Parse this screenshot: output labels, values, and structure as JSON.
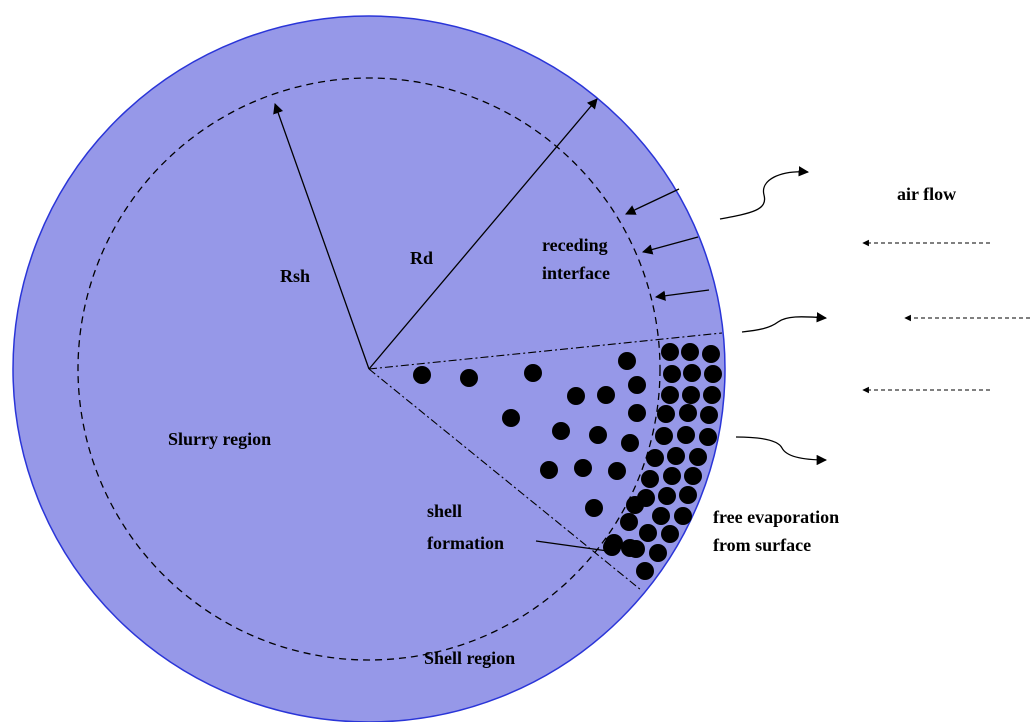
{
  "labels": {
    "rsh": "Rsh",
    "rd": "Rd",
    "receding_line1": "receding",
    "receding_line2": "interface",
    "air_flow": "air flow",
    "slurry_region": "Slurry region",
    "shell_line1": "shell",
    "shell_line2": "formation",
    "free_evap_line1": "free evaporation",
    "free_evap_line2": "from surface",
    "shell_region": "Shell region"
  },
  "colors": {
    "droplet_fill": "#9698e8",
    "droplet_outline": "#2a35d8",
    "ink": "#000000"
  }
}
